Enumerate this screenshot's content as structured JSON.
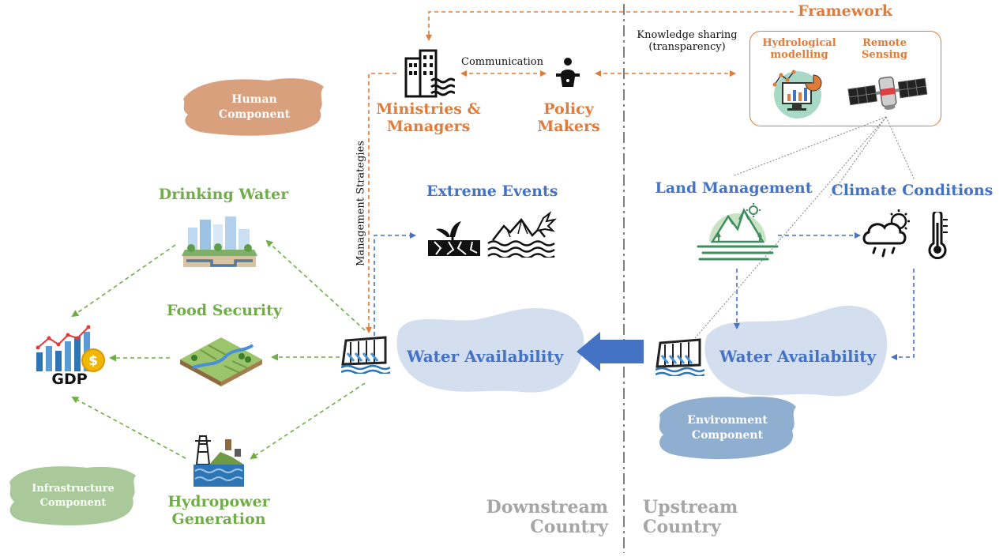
{
  "framework": {
    "title": "Framework",
    "hydrological_modelling": "Hydrological\nmodelling",
    "remote_sensing": "Remote\nSensing"
  },
  "governance": {
    "ministries": "Ministries &\nManagers",
    "policy_makers": "Policy\nMakers",
    "communication": "Communication",
    "knowledge_sharing": "Knowledge sharing\n(transparency)",
    "management_strategies": "Management Strategies"
  },
  "components": {
    "human": "Human\nComponent",
    "infrastructure": "Infrastructure\nComponent",
    "environment": "Environment\nComponent"
  },
  "left_side": {
    "drinking_water": "Drinking Water",
    "food_security": "Food Security",
    "hydropower": "Hydropower\nGeneration",
    "gdp": "GDP"
  },
  "center": {
    "extreme_events": "Extreme Events",
    "water_availability_downstream": "Water Availability",
    "water_availability_upstream": "Water Availability"
  },
  "upstream_factors": {
    "land_management": "Land Management",
    "climate_conditions": "Climate Conditions"
  },
  "countries": {
    "downstream": "Downstream\nCountry",
    "upstream": "Upstream\nCountry"
  },
  "colors": {
    "orange": "#E07B39",
    "green": "#70AD47",
    "blue": "#4472C4",
    "grey": "#A6A6A6",
    "human_brush": "#D9A07E",
    "infra_brush": "#A9C99A",
    "env_brush": "#8FAED0",
    "water_blob": "#D3DEEE"
  }
}
